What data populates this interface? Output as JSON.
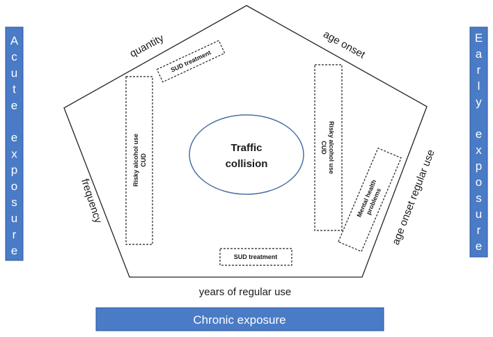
{
  "center": {
    "line1": "Traffic",
    "line2": "collision"
  },
  "edges": {
    "quantity": "quantity",
    "age_onset": "age onset",
    "age_onset_regular_use": "age onset regular use",
    "years_of_regular_use": "years of regular use",
    "frequency": "frequency"
  },
  "boxes": {
    "sud_treatment_top": "SUD treatment",
    "sud_treatment_bottom": "SUD treatment",
    "risky_left_line1": "Risky alcohol use",
    "risky_left_line2": "CUD",
    "risky_right_line1": "Risky alcohol use",
    "risky_right_line2": "CUD",
    "mental_line1": "Mental health",
    "mental_line2": "problems"
  },
  "exposures": {
    "acute": [
      "A",
      "c",
      "u",
      "t",
      "e",
      "",
      "e",
      "x",
      "p",
      "o",
      "s",
      "u",
      "r",
      "e"
    ],
    "early": [
      "E",
      "a",
      "r",
      "l",
      "y",
      "",
      "e",
      "x",
      "p",
      "o",
      "s",
      "u",
      "r",
      "e"
    ],
    "chronic": "Chronic exposure"
  },
  "colors": {
    "blue": "#4a7bc6",
    "blue_border": "#2f5597",
    "ellipse_stroke": "#4a6fa5"
  }
}
